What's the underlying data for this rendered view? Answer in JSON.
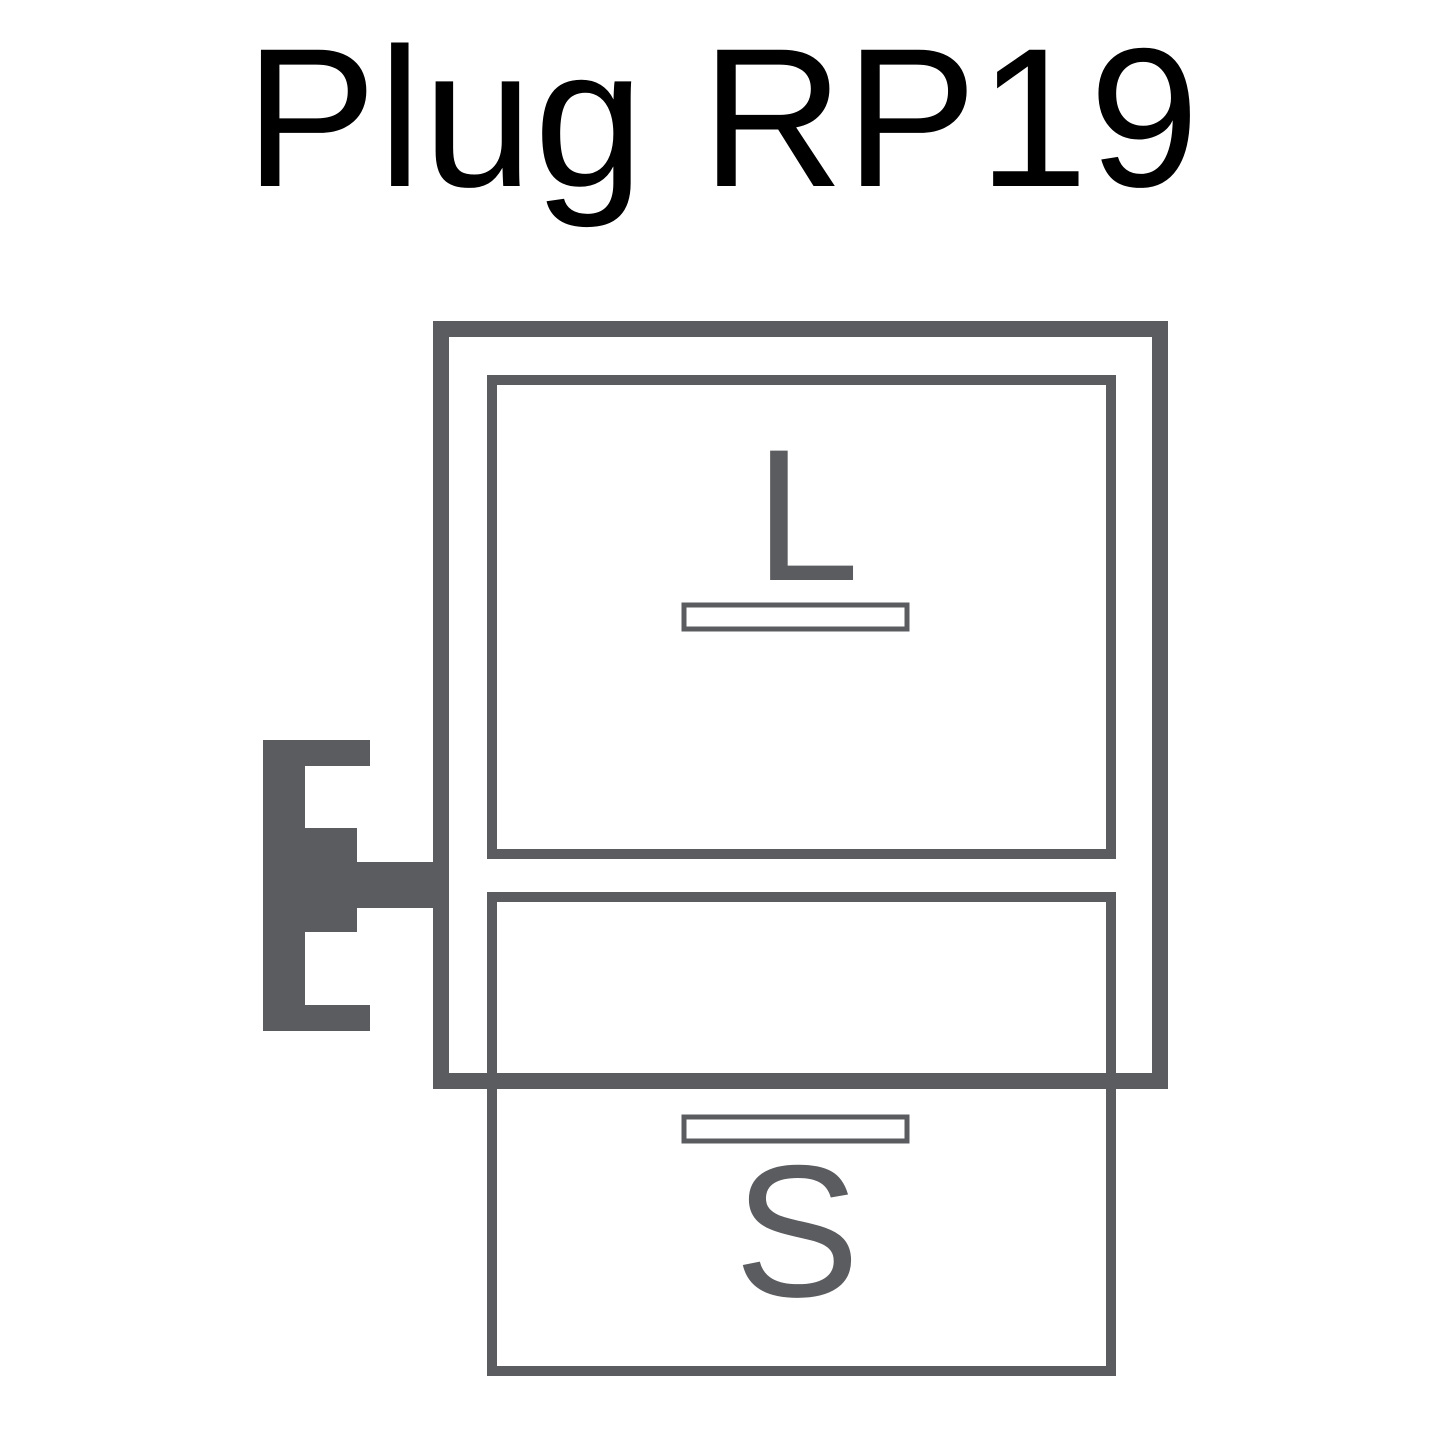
{
  "title": "Plug RP19",
  "terminals": {
    "top": {
      "label": "L"
    },
    "bottom": {
      "label": "S"
    }
  },
  "colors": {
    "title": "#000000",
    "outline": "#5b5c5f",
    "background": "#ffffff"
  }
}
